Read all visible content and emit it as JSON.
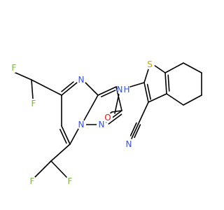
{
  "colors": {
    "bond": "#000000",
    "carbon": "#000000",
    "nitrogen": "#3050F8",
    "oxygen": "#FF0D0D",
    "sulfur": "#C9A100",
    "fluorine": "#7FB24A"
  },
  "atoms": {
    "f1": "F",
    "f2": "F",
    "n_pyrimidine": "N",
    "n_bridge": "N",
    "n_pyrazole": "N",
    "f3": "F",
    "f4": "F",
    "o_carbonyl": "O",
    "n_amide": "N",
    "h_amide": "H",
    "s_thiophene": "S",
    "n_nitrile": "N"
  }
}
